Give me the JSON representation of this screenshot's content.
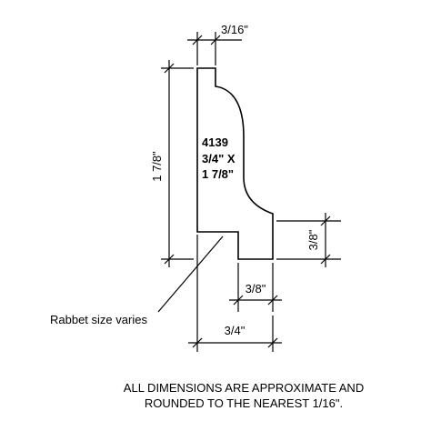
{
  "part": {
    "number": "4139",
    "size_line1": "3/4\" X",
    "size_line2": "1 7/8\""
  },
  "dimensions": {
    "top_width": "3/16\"",
    "height": "1 7/8\"",
    "right_height": "3/8\"",
    "rabbet_width": "3/8\"",
    "overall_width": "3/4\""
  },
  "callout": {
    "rabbet_label": "Rabbet size varies"
  },
  "footer": {
    "line1": "ALL DIMENSIONS ARE APPROXIMATE AND",
    "line2": "ROUNDED TO THE NEAREST 1/16\"."
  }
}
